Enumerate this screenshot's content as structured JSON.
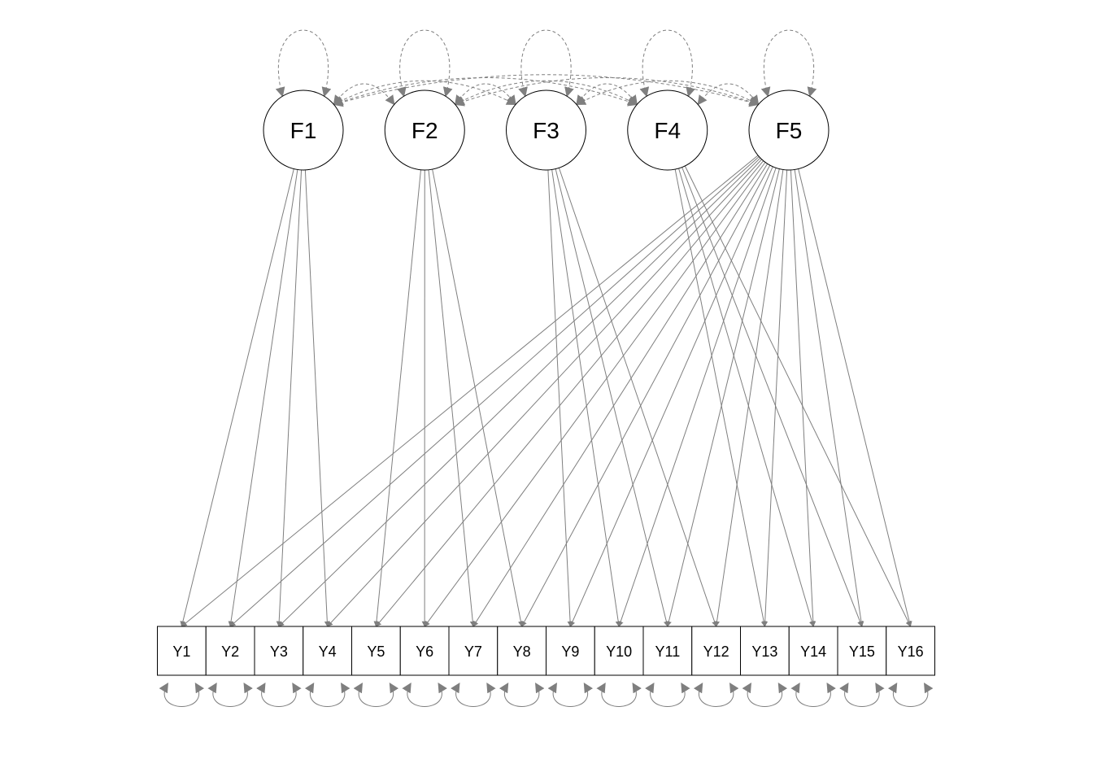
{
  "latents": [
    {
      "id": "F1",
      "label": "F1"
    },
    {
      "id": "F2",
      "label": "F2"
    },
    {
      "id": "F3",
      "label": "F3"
    },
    {
      "id": "F4",
      "label": "F4"
    },
    {
      "id": "F5",
      "label": "F5"
    }
  ],
  "observed": [
    {
      "id": "Y1",
      "label": "Y1"
    },
    {
      "id": "Y2",
      "label": "Y2"
    },
    {
      "id": "Y3",
      "label": "Y3"
    },
    {
      "id": "Y4",
      "label": "Y4"
    },
    {
      "id": "Y5",
      "label": "Y5"
    },
    {
      "id": "Y6",
      "label": "Y6"
    },
    {
      "id": "Y7",
      "label": "Y7"
    },
    {
      "id": "Y8",
      "label": "Y8"
    },
    {
      "id": "Y9",
      "label": "Y9"
    },
    {
      "id": "Y10",
      "label": "Y10"
    },
    {
      "id": "Y11",
      "label": "Y11"
    },
    {
      "id": "Y12",
      "label": "Y12"
    },
    {
      "id": "Y13",
      "label": "Y13"
    },
    {
      "id": "Y14",
      "label": "Y14"
    },
    {
      "id": "Y15",
      "label": "Y15"
    },
    {
      "id": "Y16",
      "label": "Y16"
    }
  ],
  "loadings": [
    [
      "F1",
      "Y1"
    ],
    [
      "F1",
      "Y2"
    ],
    [
      "F1",
      "Y3"
    ],
    [
      "F1",
      "Y4"
    ],
    [
      "F2",
      "Y5"
    ],
    [
      "F2",
      "Y6"
    ],
    [
      "F2",
      "Y7"
    ],
    [
      "F2",
      "Y8"
    ],
    [
      "F3",
      "Y9"
    ],
    [
      "F3",
      "Y10"
    ],
    [
      "F3",
      "Y11"
    ],
    [
      "F3",
      "Y12"
    ],
    [
      "F4",
      "Y13"
    ],
    [
      "F4",
      "Y14"
    ],
    [
      "F4",
      "Y15"
    ],
    [
      "F4",
      "Y16"
    ],
    [
      "F5",
      "Y1"
    ],
    [
      "F5",
      "Y2"
    ],
    [
      "F5",
      "Y3"
    ],
    [
      "F5",
      "Y4"
    ],
    [
      "F5",
      "Y5"
    ],
    [
      "F5",
      "Y6"
    ],
    [
      "F5",
      "Y7"
    ],
    [
      "F5",
      "Y8"
    ],
    [
      "F5",
      "Y9"
    ],
    [
      "F5",
      "Y10"
    ],
    [
      "F5",
      "Y11"
    ],
    [
      "F5",
      "Y12"
    ],
    [
      "F5",
      "Y13"
    ],
    [
      "F5",
      "Y14"
    ],
    [
      "F5",
      "Y15"
    ],
    [
      "F5",
      "Y16"
    ]
  ],
  "covariances": [
    [
      "F1",
      "F2"
    ],
    [
      "F1",
      "F3"
    ],
    [
      "F1",
      "F4"
    ],
    [
      "F1",
      "F5"
    ],
    [
      "F2",
      "F3"
    ],
    [
      "F2",
      "F4"
    ],
    [
      "F2",
      "F5"
    ],
    [
      "F3",
      "F4"
    ],
    [
      "F3",
      "F5"
    ],
    [
      "F4",
      "F5"
    ]
  ],
  "colors": {
    "edge": "#7f7f7f",
    "node_stroke": "#000000"
  }
}
